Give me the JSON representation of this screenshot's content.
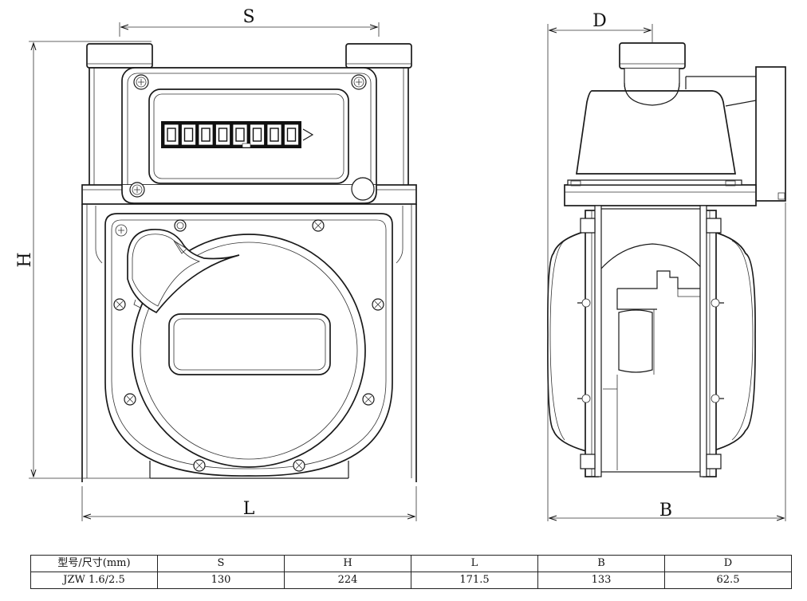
{
  "dimension_labels": {
    "s": "S",
    "h": "H",
    "l": "L",
    "b": "B",
    "d": "D"
  },
  "counter_digits": [
    "0",
    "0",
    "0",
    "0",
    "0",
    "0",
    "0",
    "0"
  ],
  "table": {
    "headers": [
      "型号/尺寸(mm)",
      "S",
      "H",
      "L",
      "B",
      "D"
    ],
    "rows": [
      [
        "JZW 1.6/2.5",
        "130",
        "224",
        "171.5",
        "133",
        "62.5"
      ]
    ]
  }
}
